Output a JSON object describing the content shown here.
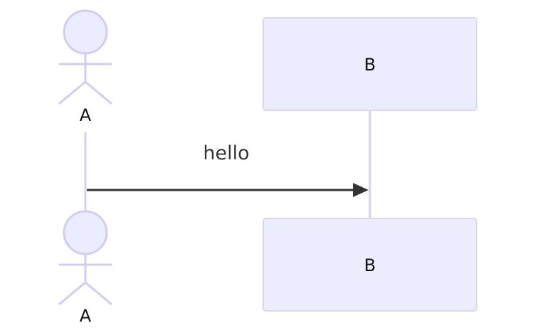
{
  "participants": [
    {
      "id": "A",
      "label": "A",
      "kind": "actor"
    },
    {
      "id": "B",
      "label": "B",
      "kind": "box"
    }
  ],
  "messages": [
    {
      "from": "A",
      "to": "B",
      "text": "hello",
      "style": "solid-arrow"
    }
  ],
  "colors": {
    "participant_fill": "#ECECFF",
    "participant_stroke": "#D4CCEE",
    "lifeline": "#D9D0F0",
    "message_line": "#333333",
    "text": "#111111"
  }
}
